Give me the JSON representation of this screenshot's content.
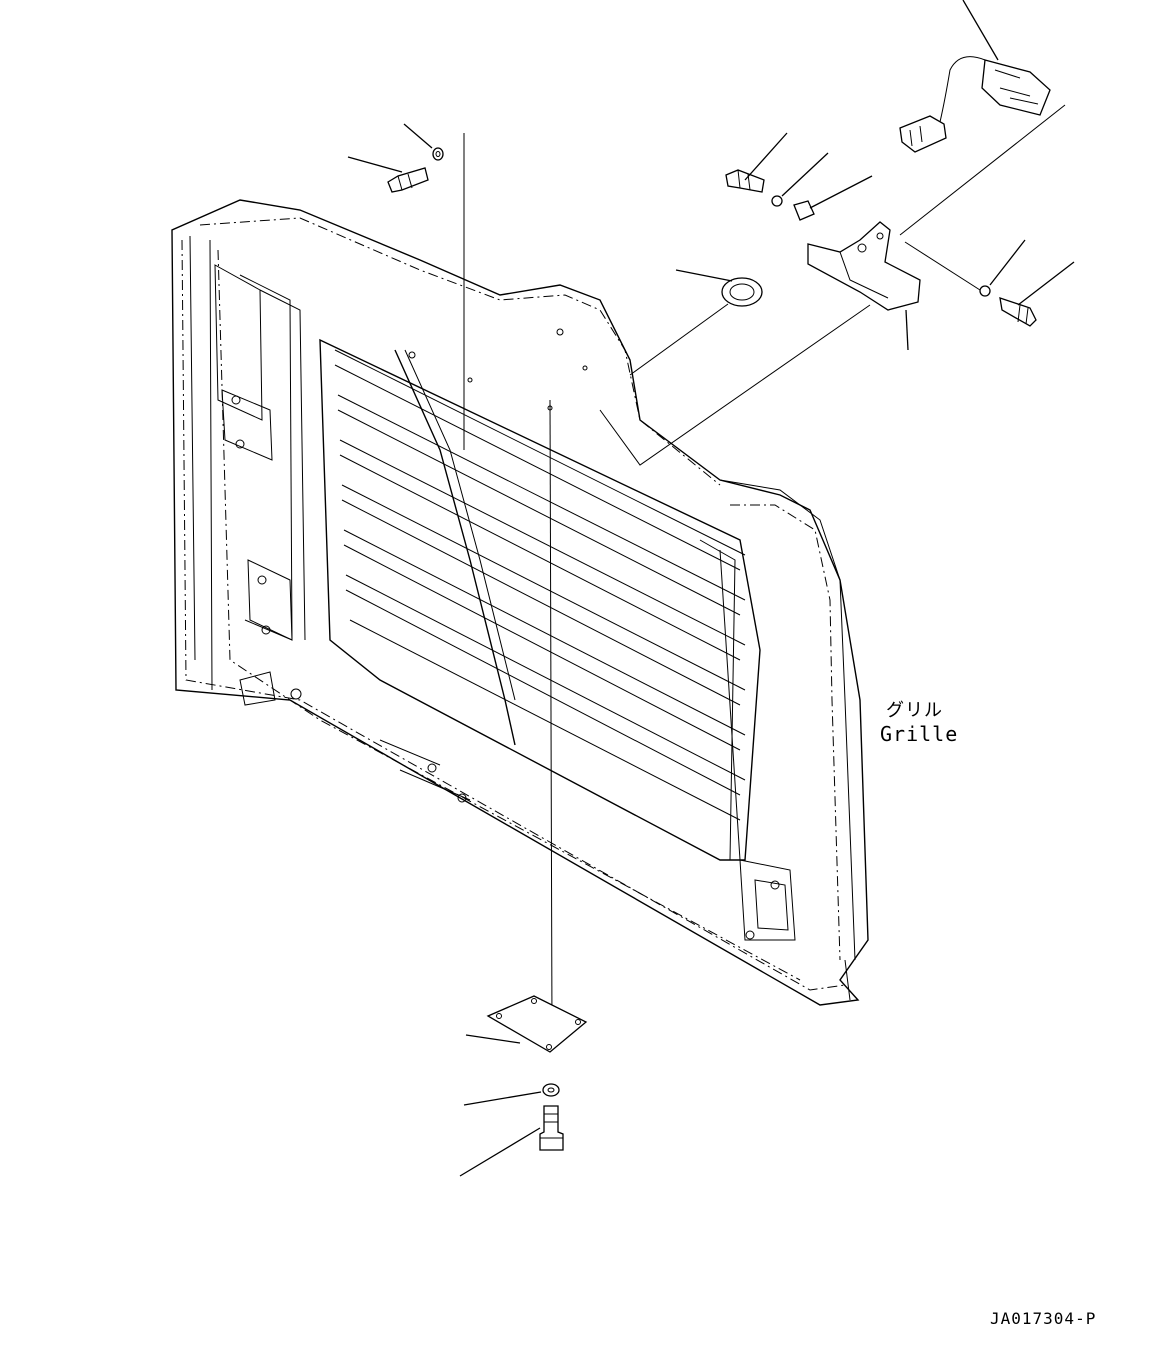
{
  "part_label": {
    "jp": "グリル",
    "en": "Grille"
  },
  "drawing_id": "JA017304-P"
}
